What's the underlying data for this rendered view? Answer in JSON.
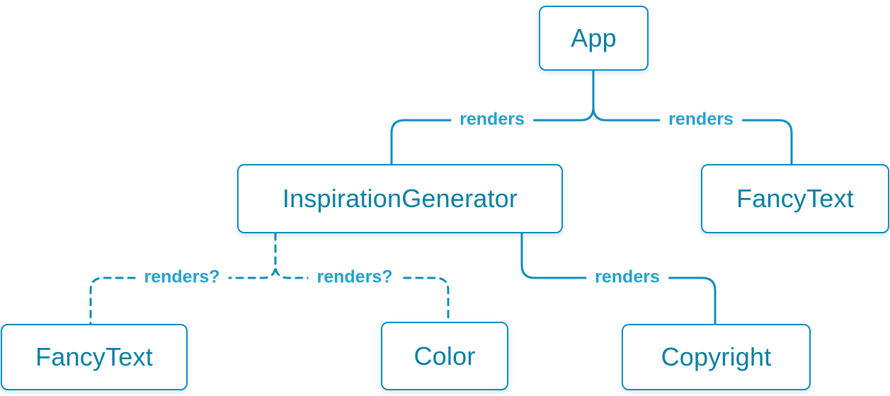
{
  "colors": {
    "line": "#0d8cba",
    "node-border": "#0d8cba",
    "node-text": "#0a7ea4",
    "label-text": "#23a1ce",
    "node-bg": "#ffffff",
    "background": "#ffffff"
  },
  "diagram": {
    "type": "component-render-tree",
    "nodes": [
      {
        "id": "app",
        "label": "App"
      },
      {
        "id": "inspiration-generator",
        "label": "InspirationGenerator"
      },
      {
        "id": "fancy-text-top",
        "label": "FancyText"
      },
      {
        "id": "fancy-text-bottom",
        "label": "FancyText"
      },
      {
        "id": "color",
        "label": "Color"
      },
      {
        "id": "copyright",
        "label": "Copyright"
      }
    ],
    "edges": [
      {
        "from": "App",
        "to": "InspirationGenerator",
        "label": "renders",
        "style": "solid"
      },
      {
        "from": "App",
        "to": "FancyText",
        "label": "renders",
        "style": "solid"
      },
      {
        "from": "InspirationGenerator",
        "to": "FancyText",
        "label": "renders?",
        "style": "dashed"
      },
      {
        "from": "InspirationGenerator",
        "to": "Color",
        "label": "renders?",
        "style": "dashed"
      },
      {
        "from": "InspirationGenerator",
        "to": "Copyright",
        "label": "renders",
        "style": "solid"
      }
    ]
  }
}
